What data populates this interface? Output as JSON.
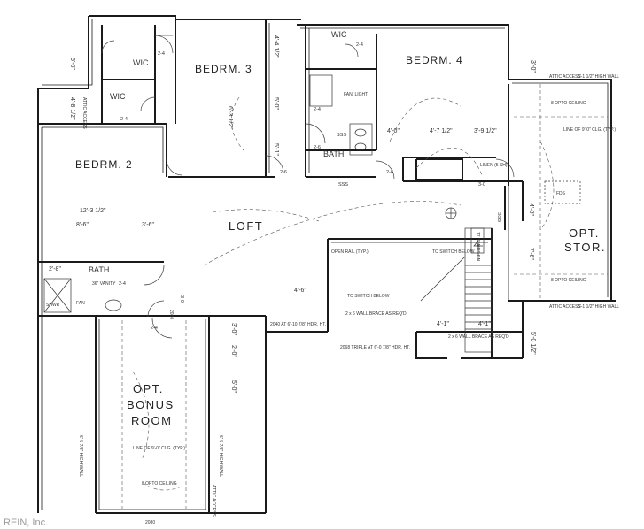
{
  "rooms": {
    "bedrm2": "BEDRM. 2",
    "bedrm3": "BEDRM. 3",
    "bedrm4": "BEDRM. 4",
    "loft": "LOFT",
    "bath_left": "BATH",
    "bath_center": "BATH",
    "wic_top": "WIC",
    "wic_mid": "WIC",
    "wic_right": "WIC",
    "opt_stor_1": "OPT.",
    "opt_stor_2": "STOR.",
    "bonus_1": "OPT.",
    "bonus_2": "BONUS",
    "bonus_3": "ROOM"
  },
  "dimensions": {
    "d_50_top": "5'-0\"",
    "d_44": "4'-4 1/2\"",
    "d_63": "6'-3 1/2\"",
    "d_50_b3": "5'-0\"",
    "d_51": "5'-1\"",
    "d_30_right": "3'-0\"",
    "d_40_right": "4'-0\"",
    "d_76_right": "7'-6\"",
    "d_50_right": "5'-0 1/2\"",
    "d_123": "12'-3 1/2\"",
    "d_86": "8'-6\"",
    "d_36": "3'-6\"",
    "d_28": "2'-8\"",
    "d_40_b4": "4'-0\"",
    "d_47": "4'-7 1/2\"",
    "d_39": "3'-9 1/2\"",
    "d_46_center": "4'-6\"",
    "d_41a": "4'-1\"",
    "d_41b": "4'-1\"",
    "d_50_bonus": "5'-0\"",
    "d_20_bonus": "2'-0\"",
    "d_30_stair": "3'-0\"",
    "d_48_left": "4'-8 1/2\"",
    "d_24a": "2-4",
    "d_24b": "2-4",
    "d_24c": "2-4",
    "d_24d": "2-4",
    "d_24e": "2-4",
    "d_24f": "2-4",
    "d_26a": "2-6",
    "d_26b": "2-6",
    "d_26c": "2-6",
    "d_30a": "3-0",
    "d_30b": "3-0"
  },
  "notes": {
    "attic_access_1": "ATTIC ACCESS",
    "attic_access_2": "ATTIC ACCESS",
    "attic_access_3": "ATTIC ACCESS",
    "attic_access_4": "ATTIC ACCESS",
    "high_wall_1": "6'-1 1/2\" HIGH WALL",
    "high_wall_2": "6'-1 1/2\" HIGH WALL",
    "opt_ceiling_1": "8 OPTO CEILING",
    "opt_ceiling_2": "8 OPTO CEILING",
    "line_of_clg": "LINE OF 9'-0\" CLG. (TYP.)",
    "fds": "FDS",
    "linen": "LINEN (5 SH)",
    "open_rail": "OPEN RAIL (TYP.)",
    "to_switch_1": "TO SWITCH BELOW",
    "to_switch_2": "TO SWITCH BELOW",
    "stairs_dn": "17 STAIRS DN",
    "wall_brace_1": "2 x 6 WALL BRACE AS REQ'D",
    "wall_brace_2": "2 x 6 WALL BRACE AS REQ'D",
    "door_2040": "2040 AT 6'-10 7/8\" HDR. HT.",
    "door_2068": "2068 TRIPLE AT 6'-0 7/8\" HDR. HT.",
    "fan_light": "FAN/ LIGHT",
    "vanity": "36\" VANITY",
    "fan": "FAN",
    "shwr": "SHWR",
    "bonus_high_wall_1": "6'-5 7/8\" HIGH WALL",
    "bonus_high_wall_2": "6'-5 7/8\" HIGH WALL",
    "bonus_line_of": "LINE OF 9'-0\" CLG. (TYP.)",
    "bonus_opt_ceiling": "8 OPTO CEILING",
    "bonus_2080": "2080",
    "door_2080_bottom": "2080",
    "ss_1": "SSS",
    "ss_2": "SSS",
    "ss_3": "SSS"
  },
  "watermark": "REIN, Inc."
}
